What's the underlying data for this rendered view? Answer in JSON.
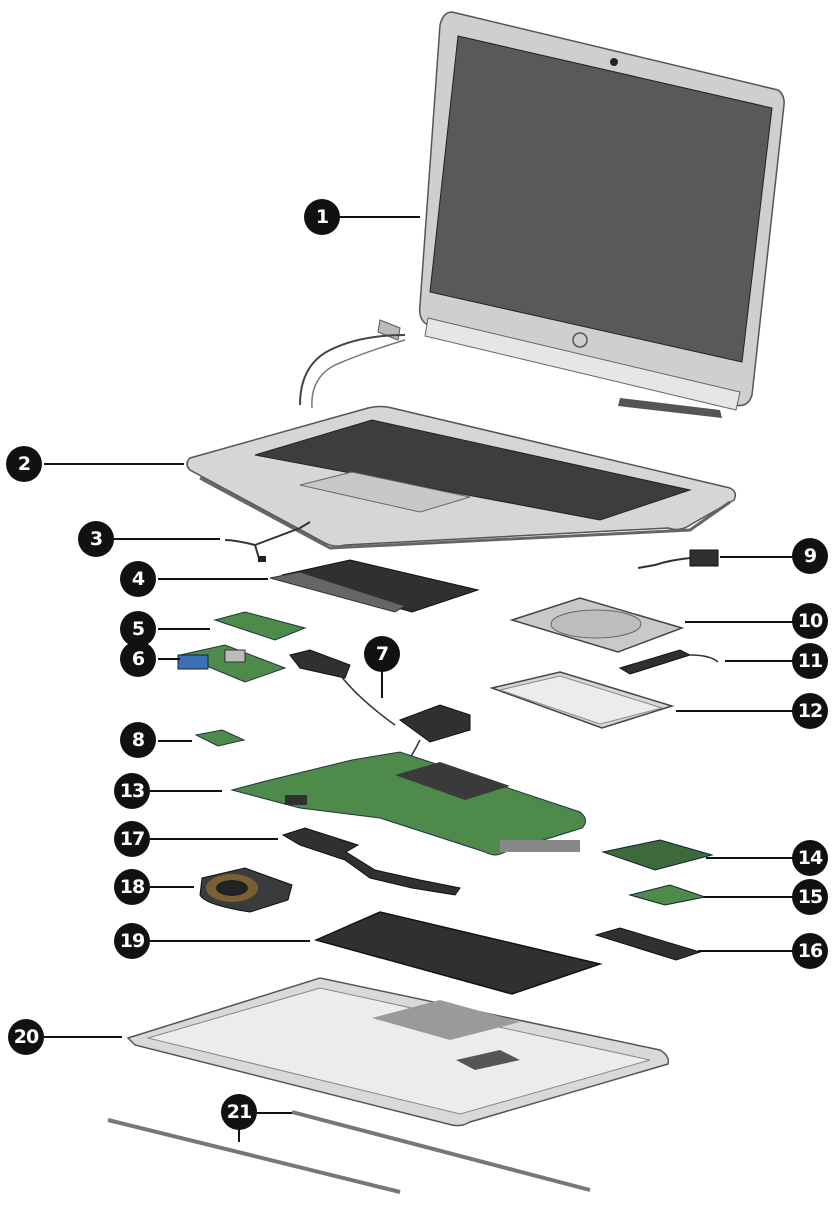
{
  "colors": {
    "callout_fill": "#111111",
    "callout_text": "#ffffff",
    "screen": "#58595b",
    "chassis_silver": "#d8d8d8",
    "board_green": "#4e8a4a",
    "dark_part": "#2f3032"
  },
  "callouts": [
    {
      "id": "1",
      "label": "1"
    },
    {
      "id": "2",
      "label": "2"
    },
    {
      "id": "3",
      "label": "3"
    },
    {
      "id": "4",
      "label": "4"
    },
    {
      "id": "5",
      "label": "5"
    },
    {
      "id": "6",
      "label": "6"
    },
    {
      "id": "7",
      "label": "7"
    },
    {
      "id": "8",
      "label": "8"
    },
    {
      "id": "9",
      "label": "9"
    },
    {
      "id": "10",
      "label": "10"
    },
    {
      "id": "11",
      "label": "11"
    },
    {
      "id": "12",
      "label": "12"
    },
    {
      "id": "13",
      "label": "13"
    },
    {
      "id": "14",
      "label": "14"
    },
    {
      "id": "15",
      "label": "15"
    },
    {
      "id": "16",
      "label": "16"
    },
    {
      "id": "17",
      "label": "17"
    },
    {
      "id": "18",
      "label": "18"
    },
    {
      "id": "19",
      "label": "19"
    },
    {
      "id": "20",
      "label": "20"
    },
    {
      "id": "21",
      "label": "21"
    }
  ]
}
